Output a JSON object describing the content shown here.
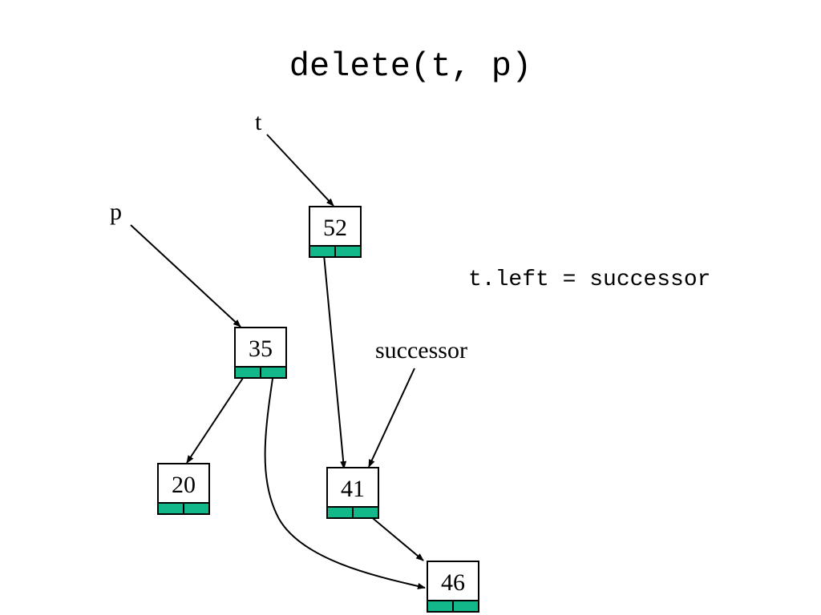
{
  "title": "delete(t, p)",
  "code": "t.left = successor",
  "colors": {
    "pointer_field": "#12b88a",
    "stroke": "#000000"
  },
  "pointers": [
    {
      "id": "t",
      "label": "t",
      "target": "52"
    },
    {
      "id": "p",
      "label": "p",
      "target": "35"
    },
    {
      "id": "successor",
      "label": "successor",
      "target": "41"
    }
  ],
  "nodes": [
    {
      "id": "52",
      "value": "52"
    },
    {
      "id": "35",
      "value": "35"
    },
    {
      "id": "20",
      "value": "20"
    },
    {
      "id": "41",
      "value": "41"
    },
    {
      "id": "46",
      "value": "46"
    }
  ],
  "edges": [
    {
      "from": "52",
      "side": "left",
      "to": "41"
    },
    {
      "from": "35",
      "side": "left",
      "to": "20"
    },
    {
      "from": "35",
      "side": "right",
      "to": "46"
    },
    {
      "from": "41",
      "side": "right",
      "to": "46"
    }
  ]
}
